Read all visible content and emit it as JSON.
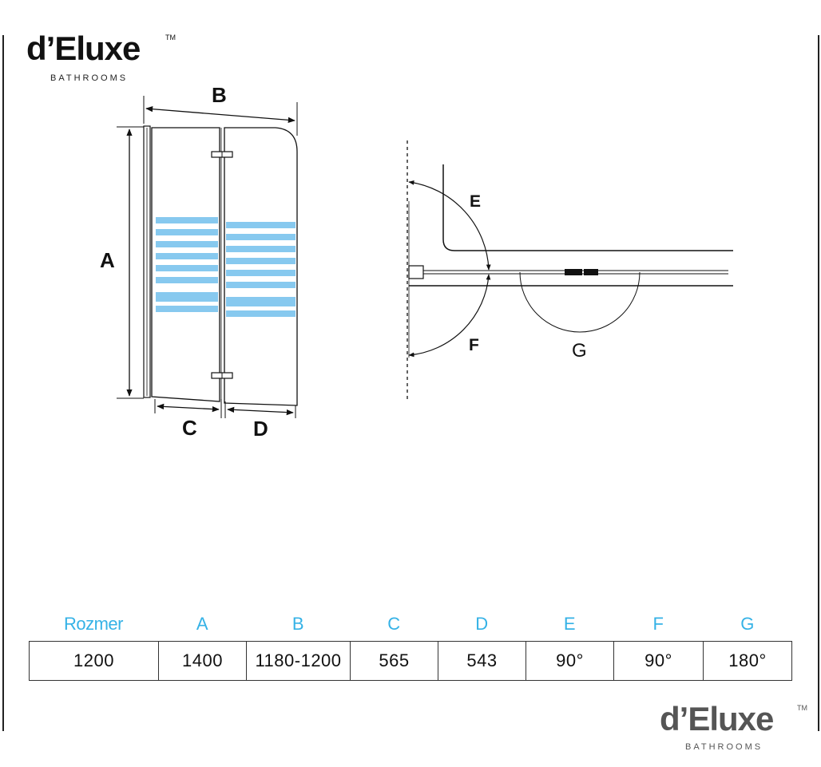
{
  "brand": {
    "name": "d’Eluxe",
    "tm": "TM",
    "tagline": "BATHROOMS"
  },
  "diagram_labels": {
    "a": "A",
    "b": "B",
    "c": "C",
    "d": "D",
    "e": "E",
    "f": "F",
    "g": "G"
  },
  "spec_table": {
    "headers": [
      "Rozmer",
      "A",
      "B",
      "C",
      "D",
      "E",
      "F",
      "G"
    ],
    "values": [
      "1200",
      "1400",
      "1180-1200",
      "565",
      "543",
      "90°",
      "90°",
      "180°"
    ],
    "header_color": "#35b2e6"
  },
  "colors": {
    "glass_stripe": "#87c9ef"
  }
}
